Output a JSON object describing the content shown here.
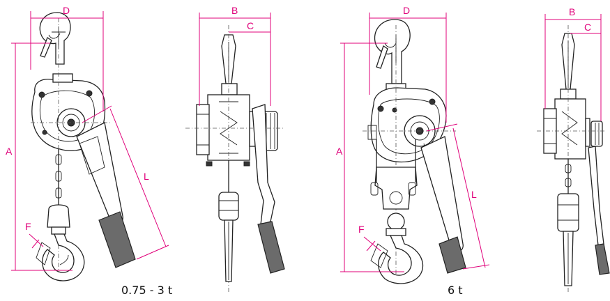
{
  "figure_1": {
    "caption": "0.75 - 3 t",
    "front_labels": {
      "D": "D",
      "A": "A",
      "L": "L",
      "F": "F"
    },
    "side_labels": {
      "B": "B",
      "C": "C"
    }
  },
  "figure_2": {
    "caption": "6 t",
    "front_labels": {
      "D": "D",
      "A": "A",
      "L": "L",
      "F": "F"
    },
    "side_labels": {
      "B": "B",
      "C": "C"
    }
  },
  "colors": {
    "dimension": "#e0007a",
    "outline": "#222222",
    "grip": "#6b6b6b"
  }
}
